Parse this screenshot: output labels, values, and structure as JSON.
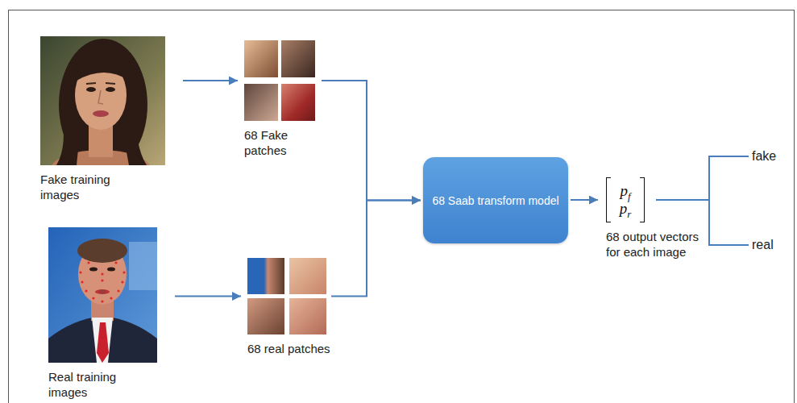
{
  "diagram": {
    "nodes": [
      {
        "text": [
          "Fake training images"
        ]
      },
      {
        "text": [
          "68 Fake patches"
        ]
      },
      {
        "text": [
          "Real training images"
        ]
      },
      {
        "text": [
          "68 real patches"
        ]
      },
      {
        "text": [
          "68 Saab transform model"
        ]
      },
      {
        "text": [
          "pf",
          "pr",
          "68 output vectors for each image"
        ]
      },
      {
        "text": [
          "fake"
        ]
      },
      {
        "text": [
          "real"
        ]
      }
    ],
    "edges": [
      {
        "from": 0,
        "to": 1,
        "arrow": "to"
      },
      {
        "from": 2,
        "to": 3,
        "arrow": "to"
      },
      {
        "from": 1,
        "to": 4,
        "arrow": "to"
      },
      {
        "from": 3,
        "to": 4,
        "arrow": "to"
      },
      {
        "from": 4,
        "to": 5,
        "arrow": "to"
      },
      {
        "from": 5,
        "to": 6,
        "arrow": "none"
      },
      {
        "from": 5,
        "to": 7,
        "arrow": "none"
      }
    ]
  }
}
